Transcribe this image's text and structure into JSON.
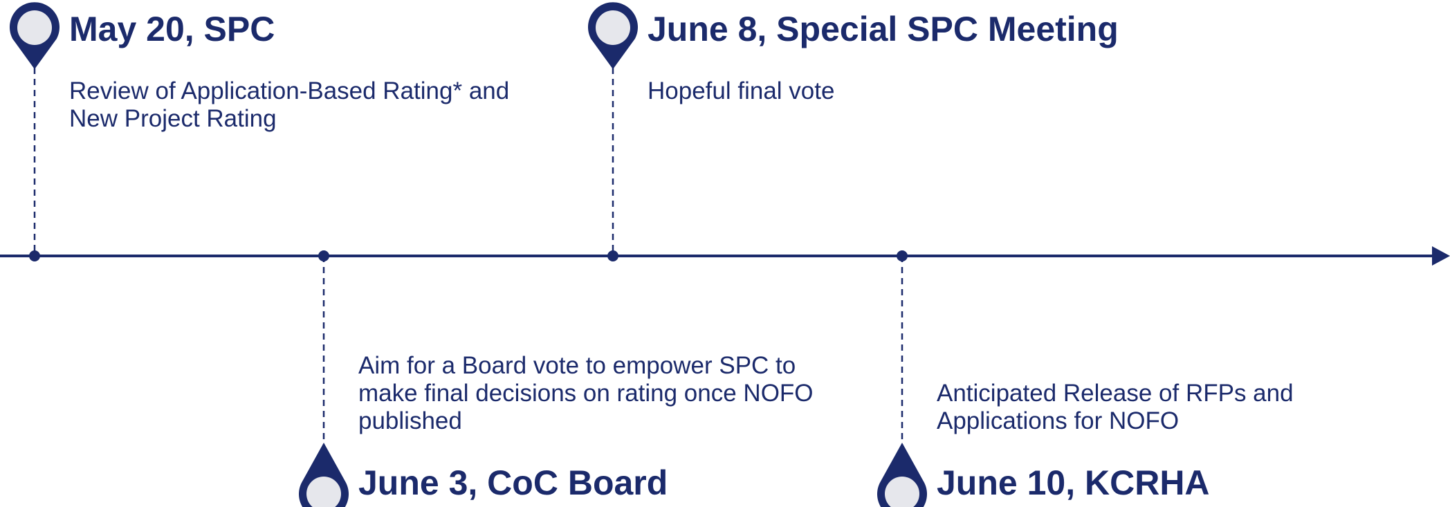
{
  "colors": {
    "primary": "#1b2a6b",
    "pin_fill": "#e6e7ec",
    "background": "#ffffff"
  },
  "events": [
    {
      "title": "May 20, SPC",
      "description": [
        "Review of Application-Based Rating* and",
        "New Project Rating"
      ]
    },
    {
      "title": "June 3, CoC Board",
      "description": [
        "Aim for a Board vote to empower SPC to",
        "make final decisions on rating once NOFO",
        "published"
      ]
    },
    {
      "title": "June 8, Special SPC Meeting",
      "description": [
        "Hopeful final vote"
      ]
    },
    {
      "title": "June 10, KCRHA",
      "description": [
        "Anticipated Release of RFPs and",
        "Applications for NOFO"
      ]
    }
  ]
}
